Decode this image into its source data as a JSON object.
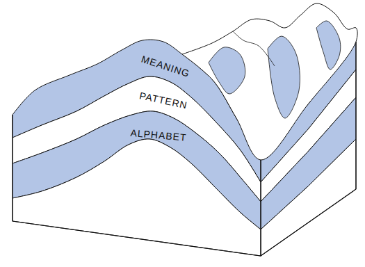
{
  "diagram": {
    "nodes": [
      {
        "text": [
          "MEANING"
        ]
      },
      {
        "text": [
          "PATTERN"
        ]
      },
      {
        "text": [
          "ALPHABET"
        ]
      }
    ]
  }
}
